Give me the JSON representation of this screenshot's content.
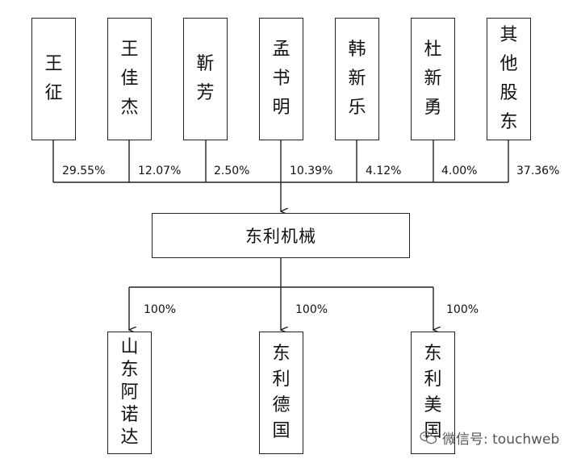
{
  "shareholders": [
    {
      "name": "王征",
      "pct": "29.55%"
    },
    {
      "name": "王佳杰",
      "pct": "12.07%"
    },
    {
      "name": "靳芳",
      "pct": "2.50%"
    },
    {
      "name": "孟书明",
      "pct": "10.39%"
    },
    {
      "name": "韩新乐",
      "pct": "4.12%"
    },
    {
      "name": "杜新勇",
      "pct": "4.00%"
    },
    {
      "name": "其他股东",
      "pct": "37.36%"
    }
  ],
  "company": {
    "name": "东利机械"
  },
  "subsidiaries": [
    {
      "name": "山东阿诺达",
      "pct": "100%"
    },
    {
      "name": "东利德国",
      "pct": "100%"
    },
    {
      "name": "东利美国",
      "pct": "100%"
    }
  ],
  "watermark": {
    "text": "微信号: touchweb"
  }
}
